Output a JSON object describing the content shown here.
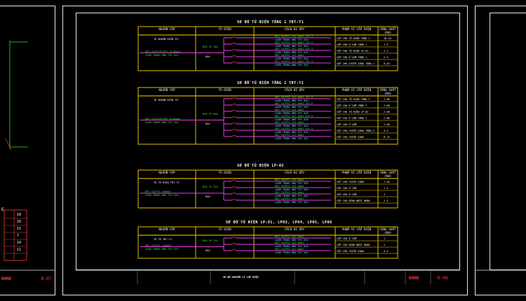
{
  "tables": [
    {
      "title": "SƠ ĐỒ TỦ ĐIỆN TẦNG 1 TĐT-T1",
      "headers": [
        "NGUỒN CẤP",
        "TỦ ĐIỆN",
        "CÁCH ĐI DÂY",
        "PHẠM VI CẤP ĐIỆN",
        "CÔNG SUẤT (KW)"
      ],
      "source": [
        "TỪ NGUỒN ĐIỆN TỔ",
        "DÂY CU/XLPE/PVC 2x10mm2",
        "LUỒN TRONG ỐNG PVC D25"
      ],
      "panel": [
        "MCB 2P 40A",
        "6kA"
      ],
      "rows": [
        {
          "wire": [
            "DÂY CU/PVC 2x2.5mm2 +E2.5",
            "LUỒN TRONG ỐNG PVC D20"
          ],
          "scope": "CẤP CHO TỦ ĐIỆN TẦNG 1",
          "kw": "10.54"
        },
        {
          "wire": [
            "DÂY CU/PVC 2x2.5mm2 +E2.5",
            "LUỒN TRONG ỐNG PVC D20"
          ],
          "scope": "CẤP CHO Ổ CẮM TẦNG 1",
          "kw": "1.5"
        },
        {
          "wire": [
            "DÂY CU/PVC 2x1.5mm2 +E1.5",
            "LUỒN TRONG ỐNG PVC D16"
          ],
          "scope": "CẤP CHO TỦ ĐIỆN LP-01",
          "kw": "2.1"
        },
        {
          "wire": [
            "DÂY CU/PVC 2x2.5mm2",
            "LUỒN TRONG ỐNG PVC D20"
          ],
          "scope": "CẤP CHO Ổ CẮM TẦNG 1",
          "kw": "2.5"
        },
        {
          "wire": [
            "DÂY CU/PVC 2x1.5mm2 +E1.5",
            "LUỒN TRONG ỐNG PVC D16"
          ],
          "scope": "CẤP CHO CHIẾU SÁNG TẦNG 1",
          "kw": "0.44"
        }
      ]
    },
    {
      "title": "SƠ ĐỒ TỦ ĐIỆN TẦNG 2 TĐT-T2",
      "headers": [
        "NGUỒN CẤP",
        "TỦ ĐIỆN",
        "CÁCH ĐI DÂY",
        "PHẠM VI CẤP ĐIỆN",
        "CÔNG SUẤT (KW)"
      ],
      "source": [
        "TỪ NGUỒN ĐIỆN TỔ",
        "DÂY CU/XLPE/PVC 2x16mm2",
        "LUỒN TRONG ỐNG PVC D32"
      ],
      "panel": [
        "MCB 2P 50A",
        "6kA"
      ],
      "rows": [
        {
          "wire": [
            "DÂY CU/PVC 2x2.5mm2 +E2.5",
            "LUỒN TRONG ỐNG PVC D20"
          ],
          "scope": "CẤP CHO TỦ ĐIỆN TẦNG 2",
          "kw": "2.00"
        },
        {
          "wire": [
            "DÂY CU/PVC 2x2.5mm2 +E2.5",
            "LUỒN TRONG ỐNG PVC D20"
          ],
          "scope": "CẤP CHO Ổ CẮM TẦNG 2",
          "kw": "2.00"
        },
        {
          "wire": [
            "DÂY CU/PVC 2x2.5mm2",
            "LUỒN TRONG ỐNG PVC D20"
          ],
          "scope": "CẤP CHO TỦ ĐIỆN LP-02",
          "kw": "2.00"
        },
        {
          "wire": [
            "DÂY CU/PVC 2x2.5mm2 +E2.5",
            "LUỒN TRONG ỐNG PVC D20"
          ],
          "scope": "CẤP CHO Ổ CẮM TẦNG 2",
          "kw": "2.00"
        },
        {
          "wire": [
            "DÂY CU/PVC 2x2.5mm2",
            "LUỒN TRONG ỐNG PVC D20"
          ],
          "scope": "CẤP CHO Ổ CẮM",
          "kw": "2.00"
        },
        {
          "wire": [
            "DÂY CU/PVC 2x1.5mm2 +E1.5",
            "LUỒN TRONG ỐNG PVC D16"
          ],
          "scope": "CẤP CHO CHIẾU SÁNG TẦNG 2",
          "kw": "0.5"
        },
        {
          "wire": [
            "DÂY CU/PVC 2x1.5mm2",
            "LUỒN TRONG ỐNG PVC D16"
          ],
          "scope": "CẤP CHO CHIẾU SÁNG",
          "kw": "0.75"
        }
      ]
    },
    {
      "title": "SƠ ĐỒ TỦ ĐIỆN LP-02",
      "headers": [
        "NGUỒN CẤP",
        "TỦ ĐIỆN",
        "CÁCH ĐI DÂY",
        "PHẠM VI CẤP ĐIỆN",
        "CÔNG SUẤT (KW)"
      ],
      "source": [
        "TỪ TỦ ĐIỆN TĐT-T2",
        "DÂY CU/PVC 2x6mm2",
        "LUỒN TRONG ỐNG PVC D25"
      ],
      "panel": [
        "MCB 2P 32A",
        "6kA"
      ],
      "rows": [
        {
          "wire": [
            "DÂY CU/PVC 2x2.5mm2",
            "LUỒN TRONG ỐNG PVC D20"
          ],
          "scope": "CẤP CHO CHIẾU SÁNG",
          "kw": "1.46"
        },
        {
          "wire": [
            "DÂY CU/PVC 2x2.5mm2",
            "LUỒN TRONG ỐNG PVC D20"
          ],
          "scope": "CẤP CHO Ổ CẮM",
          "kw": "1.5"
        },
        {
          "wire": [
            "DÂY CU/PVC 2x2.5mm2",
            "LUỒN TRONG ỐNG PVC D20"
          ],
          "scope": "CẤP CHO Ổ CẮM",
          "kw": "2"
        },
        {
          "wire": [
            "DÂY CU/PVC 2x2.5mm2",
            "LUỒN TRONG ỐNG PVC D20"
          ],
          "scope": "CẤP CHO BÌNH NƯỚC NÓNG",
          "kw": "2.5"
        }
      ]
    },
    {
      "title": "SƠ ĐỒ TỦ ĐIỆN LP-01, LP03, LP04, LP05, LP06",
      "headers": [
        "NGUỒN CẤP",
        "TỦ ĐIỆN",
        "CÁCH ĐI DÂY",
        "PHẠM VI CẤP ĐIỆN",
        "CÔNG SUẤT (KW)"
      ],
      "source": [
        "TỪ TỦ TĐT-T1",
        "DÂY CU/PVC 2x6mm2",
        "LUỒN TRONG ỐNG PVC D25"
      ],
      "panel": [
        "MCB 2P 32A",
        "6kA"
      ],
      "rows": [
        {
          "wire": [
            "DÂY CU/PVC 2x2.5mm2",
            "LUỒN TRONG ỐNG PVC D20"
          ],
          "scope": "CẤP CHO Ổ CẮM",
          "kw": "1"
        },
        {
          "wire": [
            "DÂY CU/PVC 2x2.5mm2",
            "LUỒN TRONG ỐNG PVC D20"
          ],
          "scope": "CẤP CHO BÌNH NƯỚC NÓNG",
          "kw": "2"
        },
        {
          "wire": [
            "DÂY CU/PVC 2x1.5mm2",
            "LUỒN TRONG ỐNG PVC D16"
          ],
          "scope": "CẤP CHO CHIẾU SÁNG",
          "kw": "0.5"
        }
      ]
    }
  ],
  "title_block": {
    "drawing_name": "SƠ ĐỒ NGUYÊN LÝ CẤP ĐIỆN",
    "scale": "NONE",
    "sheet": "Đ-08",
    "left_scale": "NONE",
    "left_sheet": "Đ-07"
  },
  "left_legend": {
    "header": "E",
    "values": [
      "18",
      "10",
      "15",
      "7",
      "24",
      "11"
    ]
  }
}
